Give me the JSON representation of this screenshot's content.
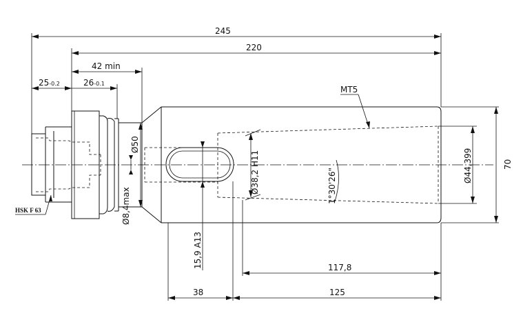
{
  "dimensions": {
    "overall_length": "245",
    "body_length": "220",
    "flange_length": "42 min",
    "shank_length": "25",
    "shank_tol": "-0.2",
    "collar_length": "26",
    "collar_tol": "-0.1",
    "mt_label": "MT5",
    "neck_dia": "Ø50",
    "bore_dia": "Ø8,4max",
    "slot_width": "15,9 A13",
    "taper_dia": "Ø38,2 H11",
    "taper_angle": "1°30'26\"",
    "mouth_dia": "Ø44,399",
    "outer_dia": "70",
    "taper_len": "117,8",
    "slot_len": "38",
    "socket_len": "125"
  },
  "labels": {
    "interface": "HSK F 63"
  }
}
